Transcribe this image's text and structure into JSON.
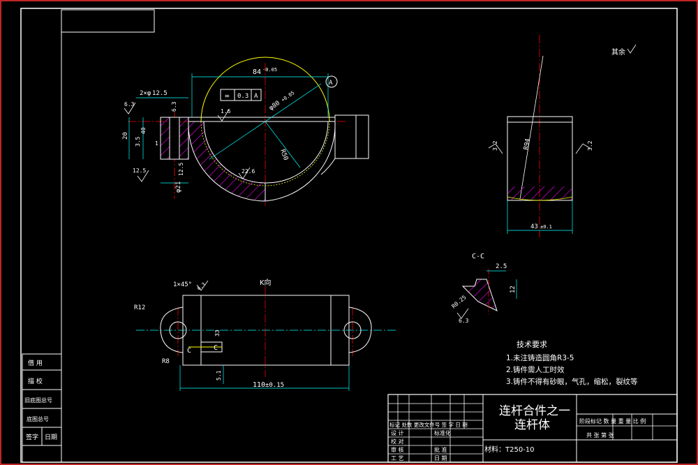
{
  "colors": {
    "background": "#000000",
    "frame": "#ffffff",
    "outline": "#ffffff",
    "dimension": "#00ffff",
    "center_line": "#ff0000",
    "hatch": "#ff00ff",
    "hidden": "#ffff00",
    "text": "#ffffff",
    "border": "#ff3333"
  },
  "top_view": {
    "dim_width": "84",
    "dim_width_tol": "-0.05",
    "dim_diameter": "φ80",
    "dim_diameter_tol": "+0.05",
    "dim_radius": "R50",
    "dim_left_top": "2×φ",
    "dim_left_val": "12.5",
    "roughness_top": "6.3",
    "roughness_left": "6.3",
    "dim_height": "20",
    "dim_h2": "3.5",
    "dim_h3": "40",
    "roughness_1_6": "1.6",
    "tolerance_symbol": "=",
    "tolerance_value": "0.3",
    "tolerance_datum": "A",
    "dim_phi21": "φ21",
    "rough_12_5_a": "12.5",
    "rough_12_5_b": "12.5",
    "rough_1": "1",
    "dim_22_6": "22.6",
    "datum_label": "A"
  },
  "side_view": {
    "dim_r94": "R94",
    "rough_left": "3.2",
    "rough_right": "3.2",
    "dim_bottom": "43",
    "dim_bottom_tol": "±0.1"
  },
  "remaining_mark": "其余",
  "bottom_view": {
    "view_label": "K向",
    "chamfer": "1×45°",
    "rough_chamfer": "6.3",
    "dim_r12": "R12",
    "dim_r8": "R8",
    "section_c1": "C",
    "section_c2": "C",
    "dim_length": "110",
    "dim_length_tol": "±0.15",
    "dim_side": "5.1",
    "dim_small": "33"
  },
  "section_cc": {
    "label": "C-C",
    "dim_top": "2.5",
    "dim_side": "12",
    "dim_r": "R0.25",
    "roughness": "6.3"
  },
  "tech_req": {
    "title": "技术要求",
    "items": [
      "1.未注铸造圆角R3-5",
      "2.铸件需人工时效",
      "3.铸件不得有砂眼，气孔，缩松，裂纹等"
    ]
  },
  "left_table": [
    "借 用",
    "描 校",
    "旧底图总号",
    "底图总号",
    "签字",
    "日期"
  ],
  "title_block": {
    "title_line1": "连杆合件之一",
    "title_line2": "连杆体",
    "material": "材料：T250-10",
    "row_header": "标记 处数 更改文件号 签 字 日 期",
    "row_designer": "设 计",
    "row_std": "标准化",
    "row_check": "校 对",
    "row_review": "审 核",
    "row_process": "工 艺",
    "row_approve": "批 准",
    "row_date": "日 期",
    "right_header": "阶段标记 数 量 重 量 比 例",
    "right_sheets": "共 张 第 张"
  }
}
